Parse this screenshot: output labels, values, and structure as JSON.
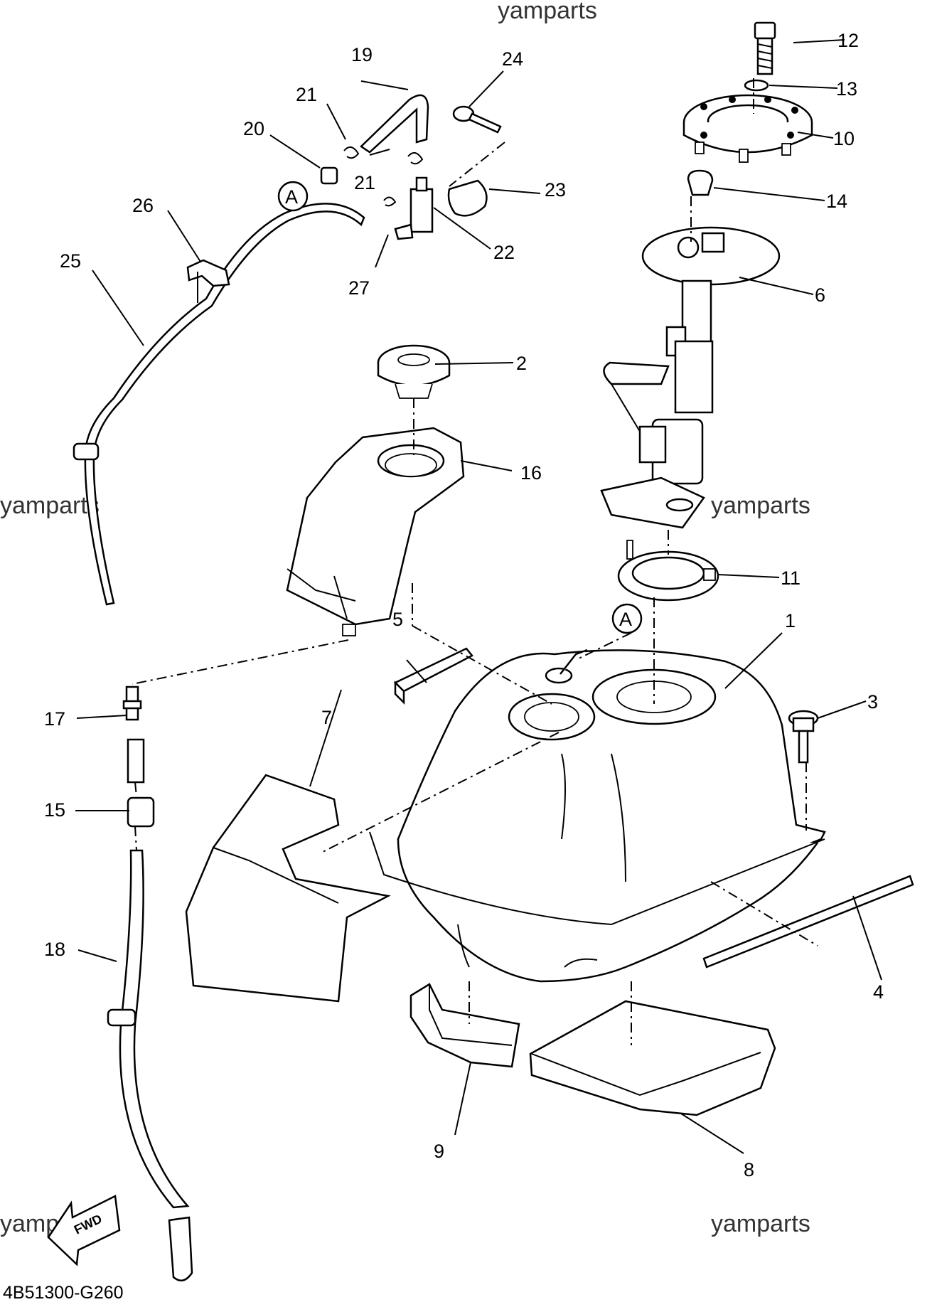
{
  "watermark": "yamparts",
  "diagram_code": "4B51300-G260",
  "fwd_label": "FWD",
  "connector_label": "A",
  "callouts": {
    "c1": "1",
    "c2": "2",
    "c3": "3",
    "c4": "4",
    "c5": "5",
    "c6": "6",
    "c7": "7",
    "c8": "8",
    "c9": "9",
    "c10": "10",
    "c11": "11",
    "c12": "12",
    "c13": "13",
    "c14": "14",
    "c15": "15",
    "c16": "16",
    "c17": "17",
    "c18": "18",
    "c19": "19",
    "c20": "20",
    "c21a": "21",
    "c21b": "21",
    "c22": "22",
    "c23": "23",
    "c24": "24",
    "c25": "25",
    "c26": "26",
    "c27": "27"
  }
}
